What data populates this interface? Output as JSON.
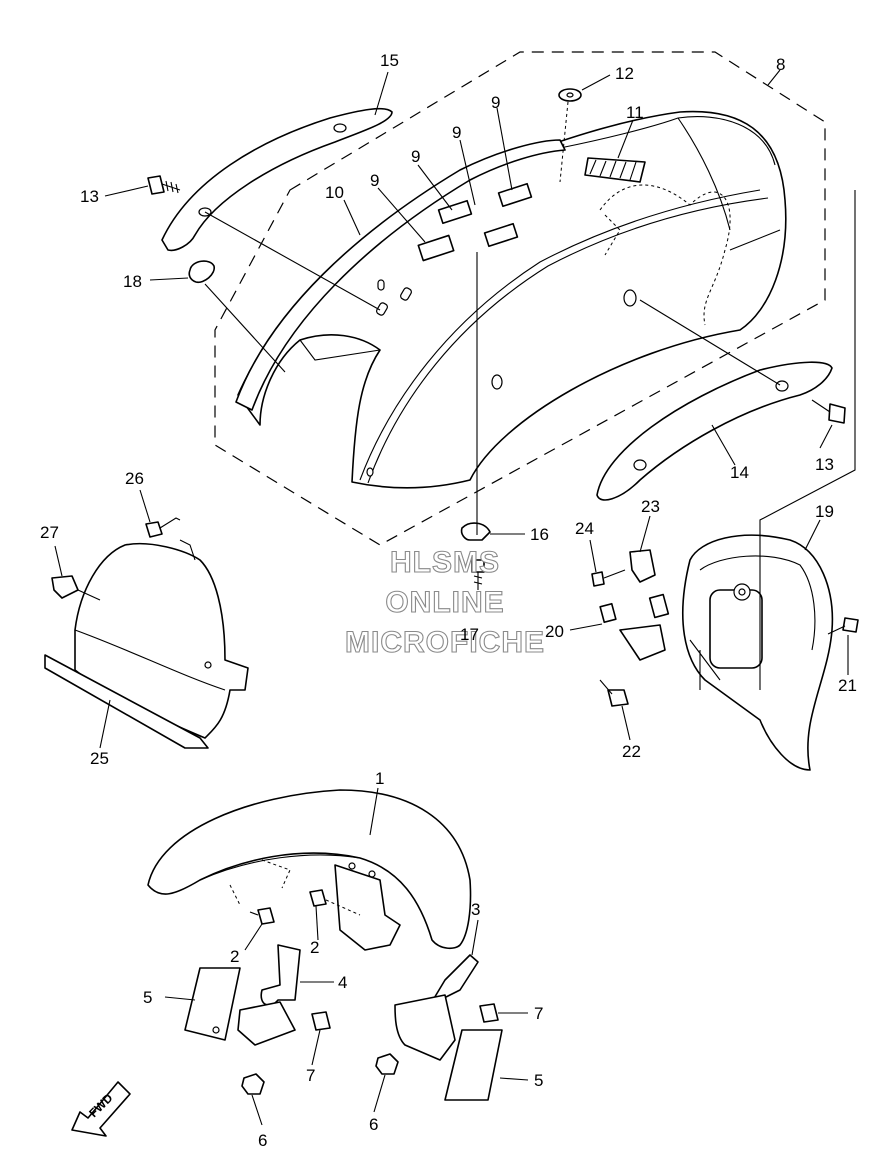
{
  "watermark": {
    "line1": "HLSMS",
    "line2": "ONLINE",
    "line3": "MICROFICHE"
  },
  "fwd_label": "FWD",
  "callouts": {
    "c1": "1",
    "c2a": "2",
    "c2b": "2",
    "c3": "3",
    "c4": "4",
    "c5a": "5",
    "c5b": "5",
    "c6a": "6",
    "c6b": "6",
    "c7a": "7",
    "c7b": "7",
    "c8": "8",
    "c9a": "9",
    "c9b": "9",
    "c9c": "9",
    "c9d": "9",
    "c10": "10",
    "c11": "11",
    "c12": "12",
    "c13a": "13",
    "c13b": "13",
    "c14": "14",
    "c15": "15",
    "c16": "16",
    "c17": "17",
    "c18": "18",
    "c19": "19",
    "c20": "20",
    "c21": "21",
    "c22": "22",
    "c23": "23",
    "c24": "24",
    "c25": "25",
    "c26": "26",
    "c27": "27"
  }
}
